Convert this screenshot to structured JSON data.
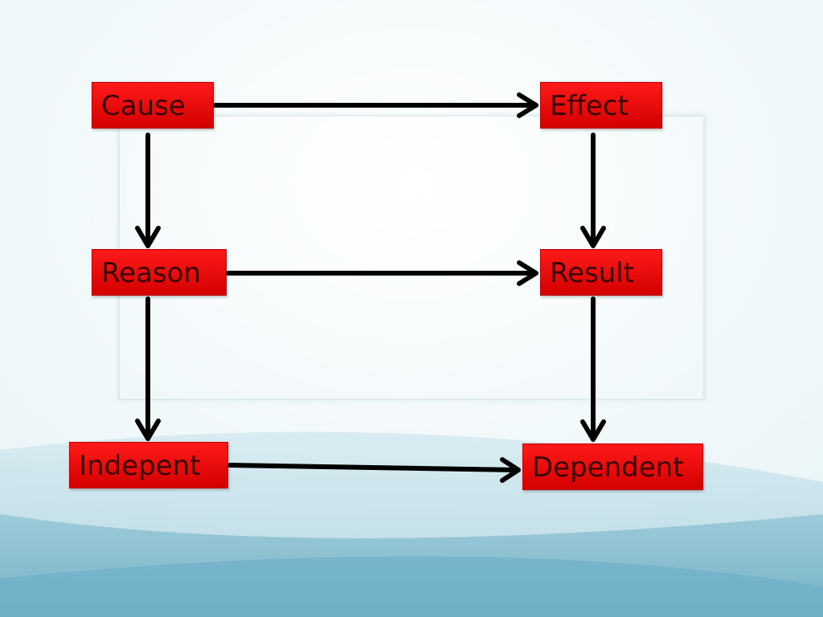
{
  "diagram": {
    "nodes": [
      {
        "id": "cause",
        "label": "Cause"
      },
      {
        "id": "effect",
        "label": "Effect"
      },
      {
        "id": "reason",
        "label": "Reason"
      },
      {
        "id": "result",
        "label": "Result"
      },
      {
        "id": "indepent",
        "label": "Indepent"
      },
      {
        "id": "dependent",
        "label": "Dependent"
      }
    ],
    "edges": [
      {
        "from": "cause",
        "to": "effect"
      },
      {
        "from": "cause",
        "to": "reason"
      },
      {
        "from": "effect",
        "to": "result"
      },
      {
        "from": "reason",
        "to": "result"
      },
      {
        "from": "reason",
        "to": "indepent"
      },
      {
        "from": "result",
        "to": "dependent"
      },
      {
        "from": "indepent",
        "to": "dependent"
      }
    ],
    "colors": {
      "node_fill": "#e60000",
      "node_text": "#3a0000",
      "arrow": "#000000"
    }
  }
}
